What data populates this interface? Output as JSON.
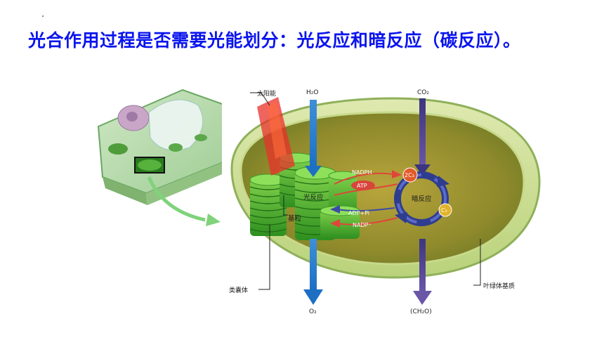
{
  "slide": {
    "title": "光合作用过程是否需要光能划分：光反应和暗反应（碳反应）。"
  },
  "diagram": {
    "labels": {
      "sunlight": "太阳能",
      "water": "H₂O",
      "co2": "CO₂",
      "light_reaction": "光反应",
      "dark_reaction": "暗反应",
      "nadph": "NADPH",
      "atp": "ATP",
      "adp_pi": "ADP+Pi",
      "nadp": "NADP⁺",
      "c3": "2C₃",
      "c5": "C₅",
      "grana": "基粒",
      "thylakoid": "类囊体",
      "stroma": "叶绿体基质",
      "oxygen": "O₂",
      "carbohydrate": "(CH₂O)"
    }
  }
}
